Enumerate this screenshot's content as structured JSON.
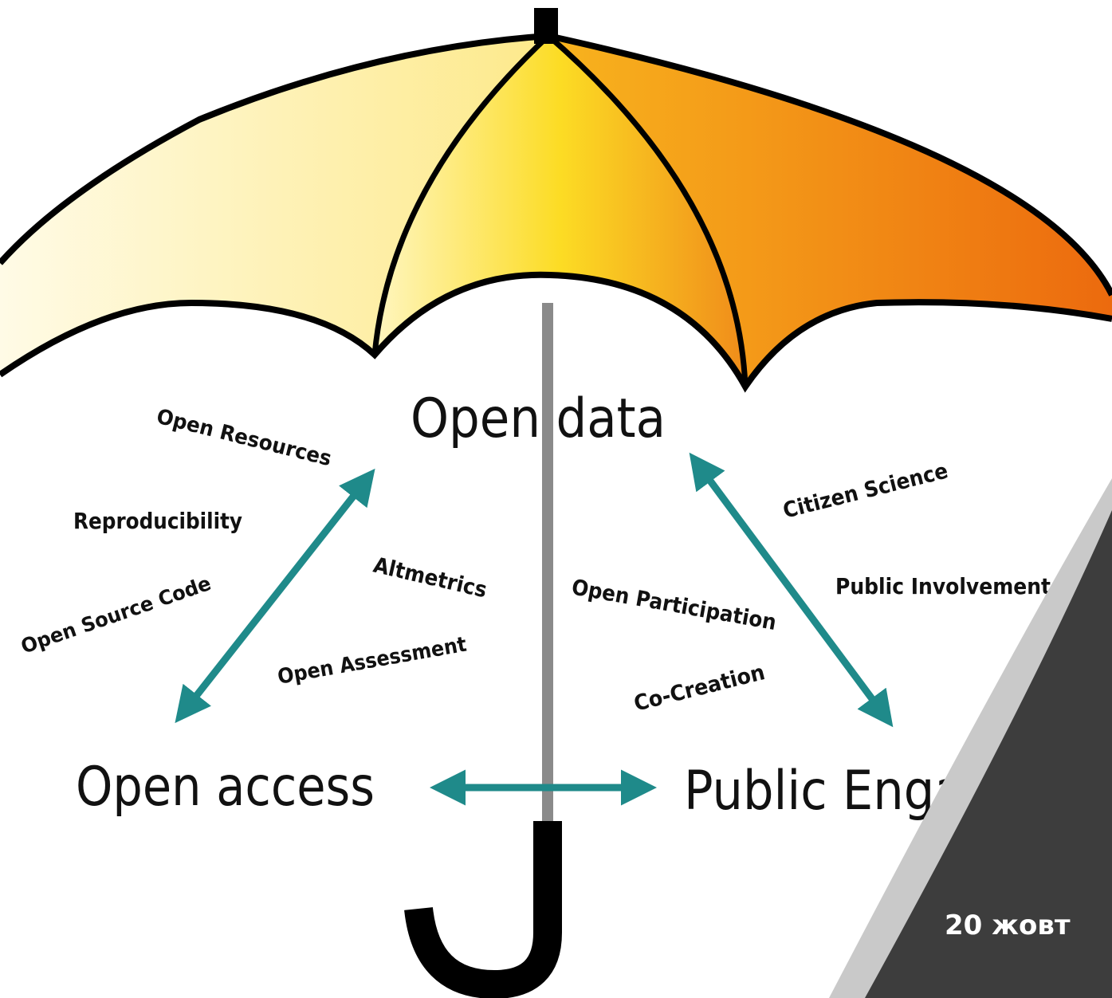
{
  "diagram": {
    "center_label": "Open data",
    "left_label": "Open access",
    "right_label": "Public Engag",
    "small_labels": {
      "open_resources": "Open Resources",
      "reproducibility": "Reproducibility",
      "open_source_code": "Open Source Code",
      "altmetrics": "Altmetrics",
      "open_assessment": "Open Assessment",
      "citizen_science": "Citizen Science",
      "public_involvement": "Public Involvement",
      "open_participation": "Open Participation",
      "co_creation": "Co-Creation"
    }
  },
  "slide": {
    "date_text": "20 жовт"
  },
  "colors": {
    "arrow": "#1f8a8a",
    "canopy_light": "#fff7c8",
    "canopy_mid": "#fcd92a",
    "canopy_dark": "#ee6e10",
    "shaft": "#8a8a8a",
    "corner_panel": "#3d3d3d",
    "corner_band": "#c9c9c9"
  }
}
